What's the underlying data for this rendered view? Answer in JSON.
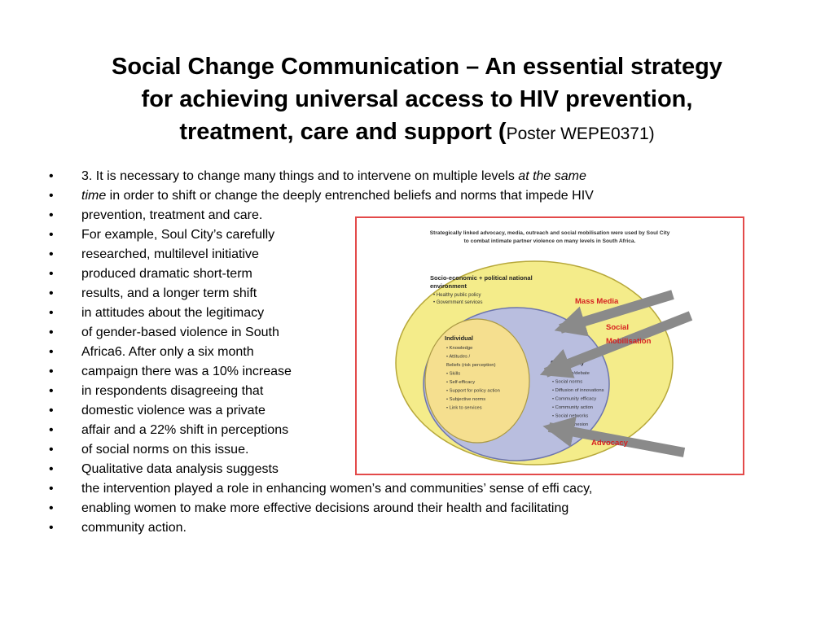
{
  "title": {
    "line1": "Social Change Communication – An essential strategy",
    "line2": "for achieving universal access to HIV prevention,",
    "line3_bold": "treatment, care and support (",
    "line3_poster": "Poster WEPE0371)"
  },
  "bullets": [
    {
      "text": "3. It is necessary to change many things and to intervene on multiple levels ",
      "italic": "at the same"
    },
    {
      "italic_lead": "time",
      "text": " in order to shift or change the deeply entrenched beliefs and norms that impede HIV"
    },
    {
      "text": "prevention, treatment and care."
    },
    {
      "text": "For example, Soul City’s carefully"
    },
    {
      "text": "researched, multilevel initiative"
    },
    {
      "text": "produced dramatic short-term"
    },
    {
      "text": "results, and a longer term shift"
    },
    {
      "text": "in attitudes about the legitimacy"
    },
    {
      "text": "of gender-based violence in South"
    },
    {
      "text": "Africa6. After only a six month"
    },
    {
      "text": "campaign there was a 10% increase"
    },
    {
      "text": "in respondents disagreeing that"
    },
    {
      "text": "domestic violence was a private"
    },
    {
      "text": "affair and a 22% shift in perceptions"
    },
    {
      "text": "of social norms on this issue."
    },
    {
      "text": "Qualitative data analysis suggests"
    },
    {
      "text": "the intervention played a role in enhancing women’s and communities’ sense of effi cacy,"
    },
    {
      "text": "enabling women to make more effective decisions around their health and facilitating"
    },
    {
      "text": "community action."
    }
  ],
  "figure": {
    "caption_line1": "Strategically linked advocacy, media, outreach and social mobilisation were used by Soul City",
    "caption_line2": "to combat intimate partner violence on many levels in South Africa.",
    "outer_heading_1": "Socio-economic + political national",
    "outer_heading_2": "environment",
    "outer_items": [
      "• Healthy public policy",
      "• Government services"
    ],
    "individual_heading": "Individual",
    "individual_items": [
      "• Knowledge",
      "• Attitudes /",
      "  Beliefs (risk perception)",
      "• Skills",
      "• Self-efficacy",
      "• Support for policy action",
      "• Subjective norms",
      "• Link to services"
    ],
    "community_heading": "Community",
    "community_items": [
      "• Dialogue/debate",
      "• Social norms",
      "• Diffusion of innovations",
      "• Community efficacy",
      "• Community action",
      "• Social networks",
      "• Social cohesion"
    ],
    "label_mass_media": "Mass Media",
    "label_social_1": "Social",
    "label_social_2": "Mobilisation",
    "label_advocacy": "Advocacy",
    "colors": {
      "border": "#e34a4a",
      "outer_ellipse": "#f4ec8a",
      "middle_ellipse": "#b9bedf",
      "inner_ellipse": "#f5df8f",
      "arrow": "#8a8a8a",
      "label_red": "#d62222"
    }
  }
}
